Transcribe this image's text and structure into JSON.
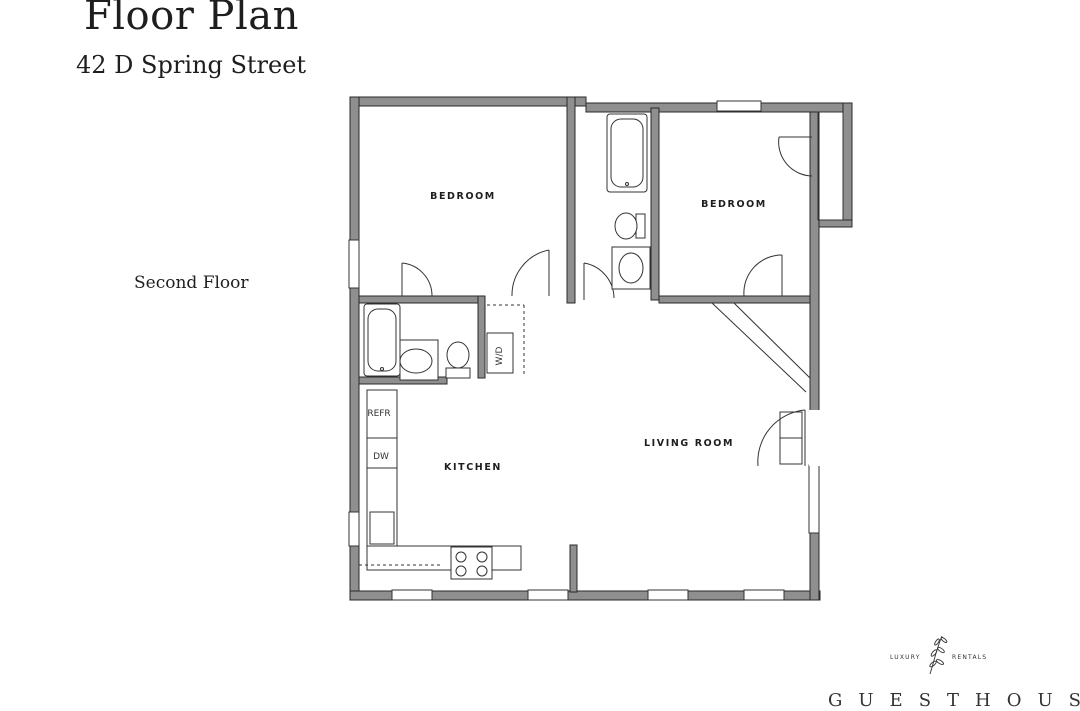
{
  "header": {
    "title": "Floor Plan",
    "address": "42 D Spring Street"
  },
  "floor_label": "Second Floor",
  "rooms": {
    "bedroom_1": "BEDROOM",
    "bedroom_2": "BEDROOM",
    "kitchen": "KITCHEN",
    "living_room": "LIVING ROOM"
  },
  "fixtures": {
    "refrigerator": "REFR",
    "dishwasher": "DW",
    "washer_dryer": "W/D"
  },
  "brand": {
    "tag_left": "LUXURY",
    "tag_right": "RENTALS",
    "name": "GUESTHOUSE",
    "icon": "olive-branch-icon"
  },
  "colors": {
    "wall_fill": "#8f8f8f",
    "wall_outline": "#2a2a2a",
    "line": "#333333"
  }
}
